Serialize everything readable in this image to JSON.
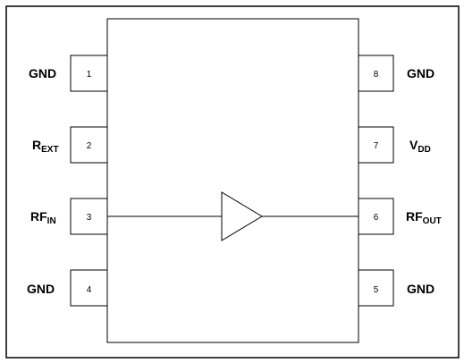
{
  "diagram": {
    "pins_left": [
      {
        "number": "1",
        "label": "GND",
        "label_main": "GND",
        "label_sub": ""
      },
      {
        "number": "2",
        "label": "REXT",
        "label_main": "R",
        "label_sub": "EXT"
      },
      {
        "number": "3",
        "label": "RFIN",
        "label_main": "RF",
        "label_sub": "IN"
      },
      {
        "number": "4",
        "label": "GND",
        "label_main": "GND",
        "label_sub": ""
      }
    ],
    "pins_right": [
      {
        "number": "8",
        "label": "GND",
        "label_main": "GND",
        "label_sub": ""
      },
      {
        "number": "7",
        "label": "VDD",
        "label_main": "V",
        "label_sub": "DD"
      },
      {
        "number": "6",
        "label": "RFOUT",
        "label_main": "RF",
        "label_sub": "OUT"
      },
      {
        "number": "5",
        "label": "GND",
        "label_main": "GND",
        "label_sub": ""
      }
    ]
  }
}
